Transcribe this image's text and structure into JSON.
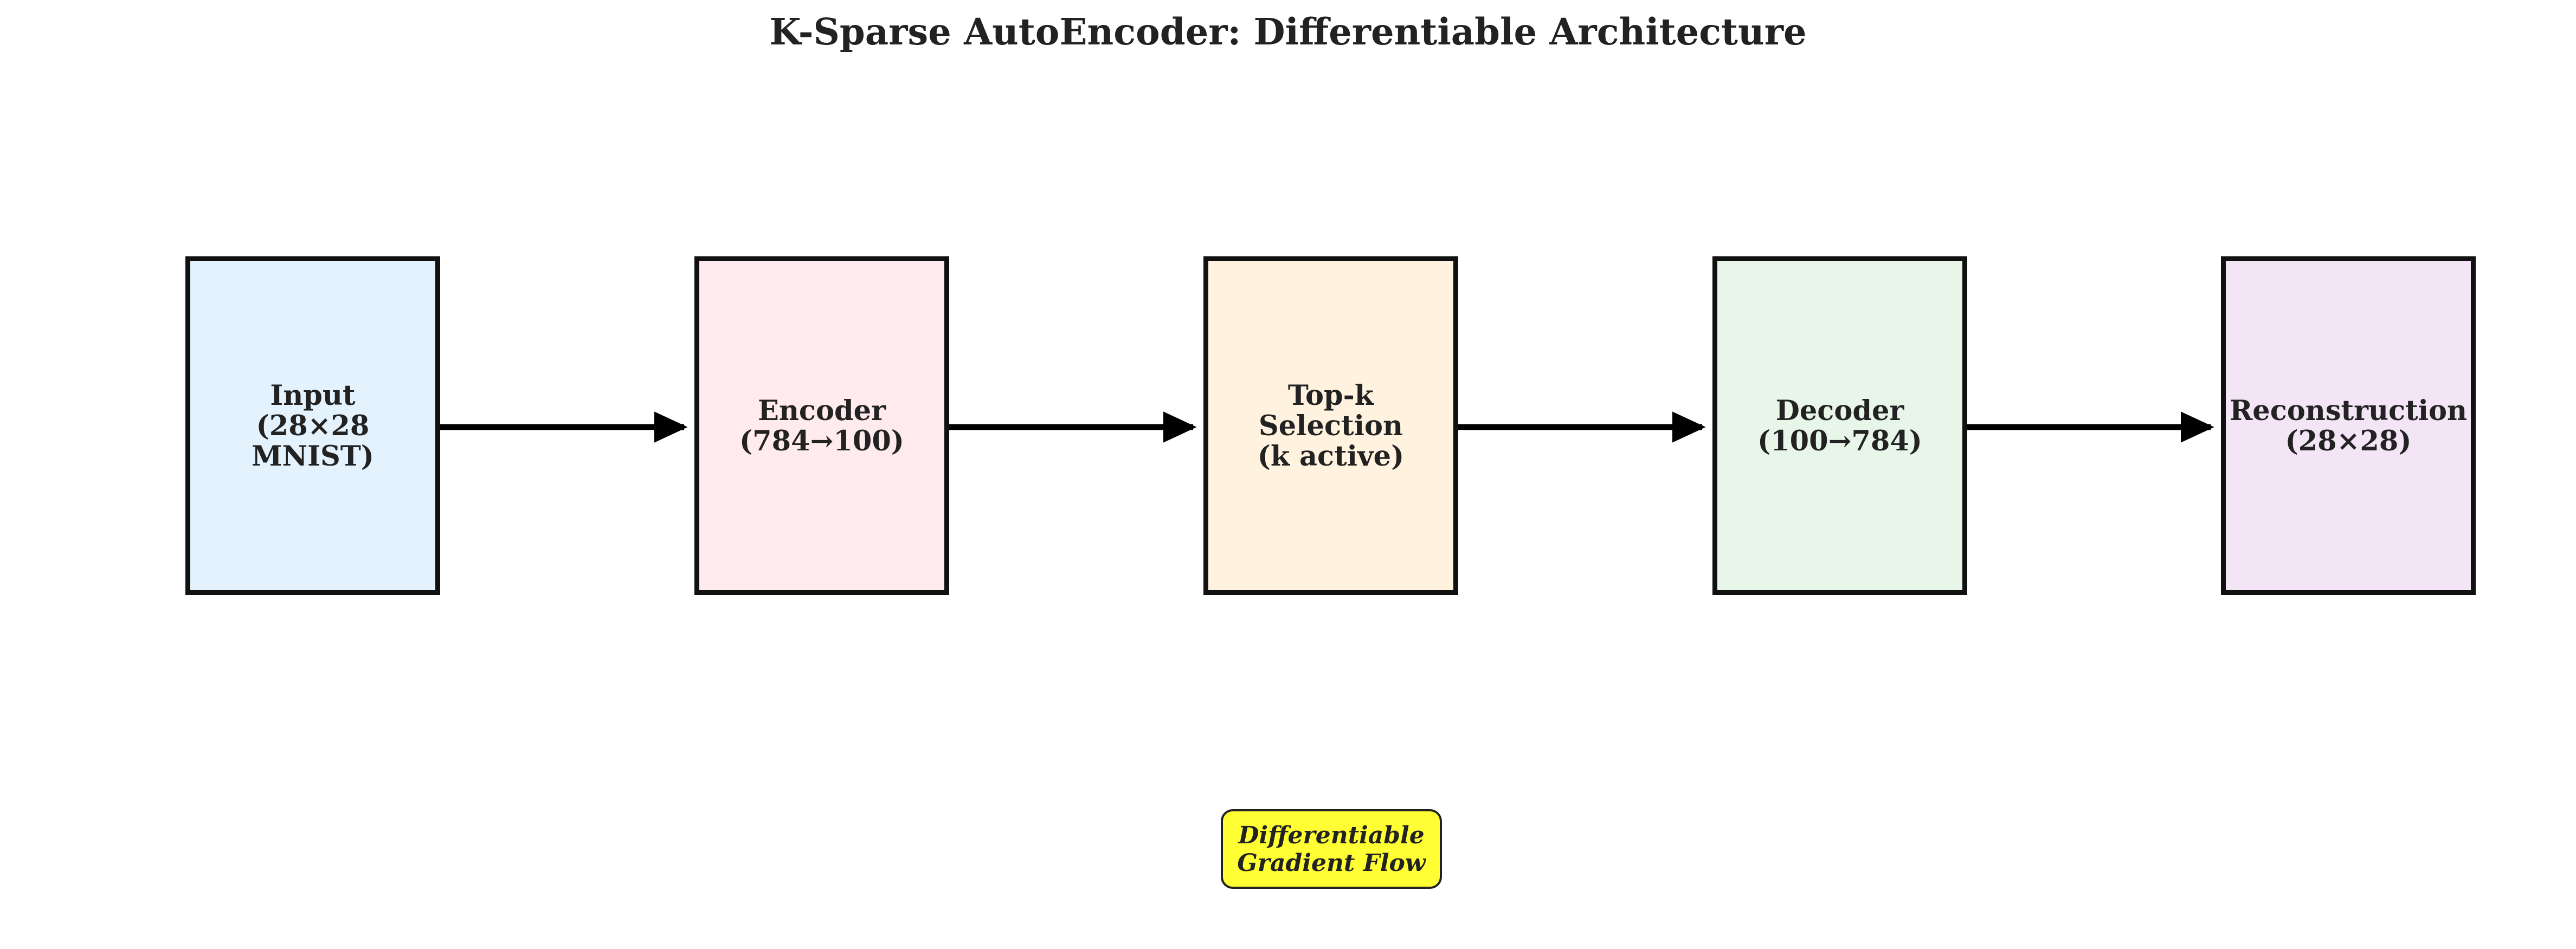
{
  "diagram": {
    "title": "K-Sparse AutoEncoder: Differentiable Architecture",
    "nodes": [
      {
        "label": "Input\n(28×28 MNIST)",
        "color": "#e3f2fd"
      },
      {
        "label": "Encoder\n(784→100)",
        "color": "#ffebee"
      },
      {
        "label": "Top-k\nSelection\n(k active)",
        "color": "#fff3e0"
      },
      {
        "label": "Decoder\n(100→784)",
        "color": "#e8f5e9"
      },
      {
        "label": "Reconstruction\n(28×28)",
        "color": "#f3e5f5"
      }
    ],
    "edges": [
      {
        "from": "Input",
        "to": "Encoder"
      },
      {
        "from": "Encoder",
        "to": "Top-k Selection"
      },
      {
        "from": "Top-k Selection",
        "to": "Decoder"
      },
      {
        "from": "Decoder",
        "to": "Reconstruction"
      }
    ],
    "note": {
      "label": "Differentiable\nGradient Flow",
      "color": "#ffff33"
    },
    "arrow_color": "#000000"
  }
}
